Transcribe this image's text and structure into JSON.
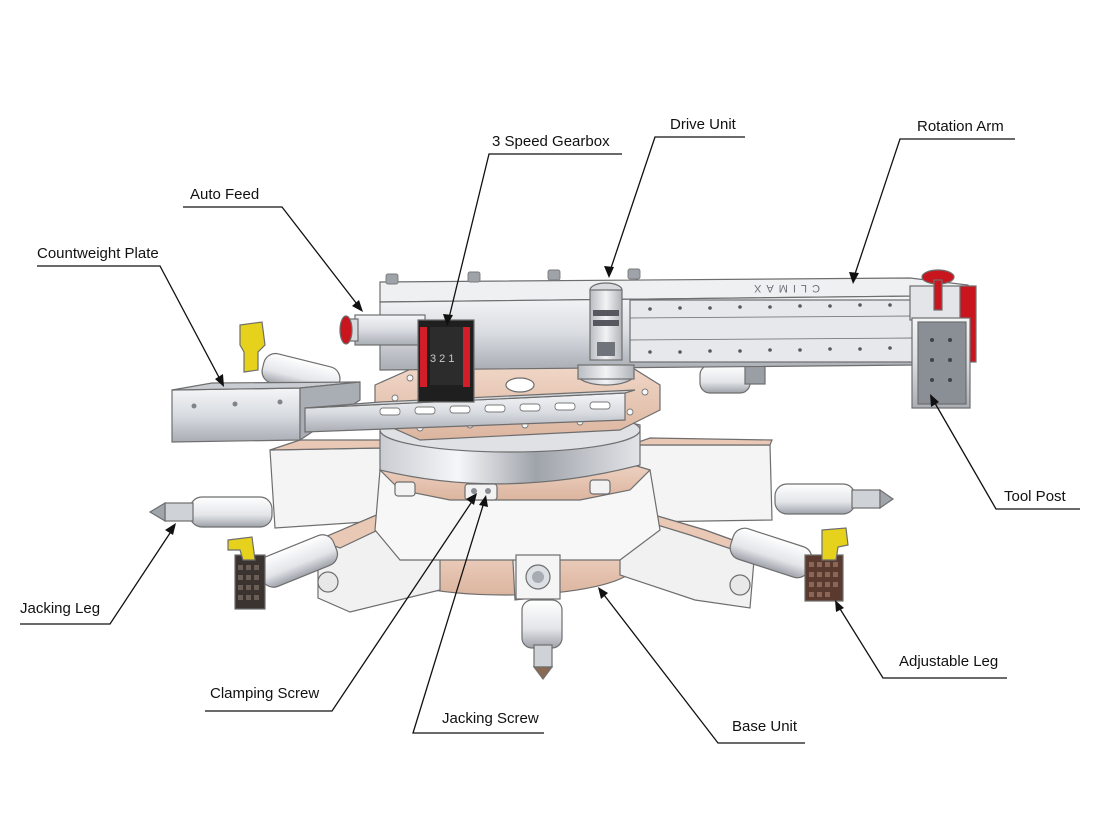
{
  "labels": {
    "drive_unit": "Drive Unit",
    "rotation_arm": "Rotation Arm",
    "gearbox": "3 Speed Gearbox",
    "auto_feed": "Auto Feed",
    "counterweight_plate": "Countweight Plate",
    "tool_post": "Tool Post",
    "jacking_leg": "Jacking Leg",
    "adjustable_leg": "Adjustable Leg",
    "clamping_screw": "Clamping Screw",
    "jacking_screw": "Jacking Screw",
    "base_unit": "Base Unit"
  },
  "arm_engraving": "CLIMAX",
  "gearbox_speeds": "3 2 1",
  "colors": {
    "background": "#ffffff",
    "copper_surface": "#e9c9b6",
    "steel_light": "#e4e6ea",
    "steel_dark": "#a9adb4",
    "gearbox_body": "#1f1f1f",
    "gearbox_accent": "#d21e28",
    "handle_red": "#c8151e",
    "leg_tip_yellow": "#e6d21c",
    "line": "#111111"
  }
}
